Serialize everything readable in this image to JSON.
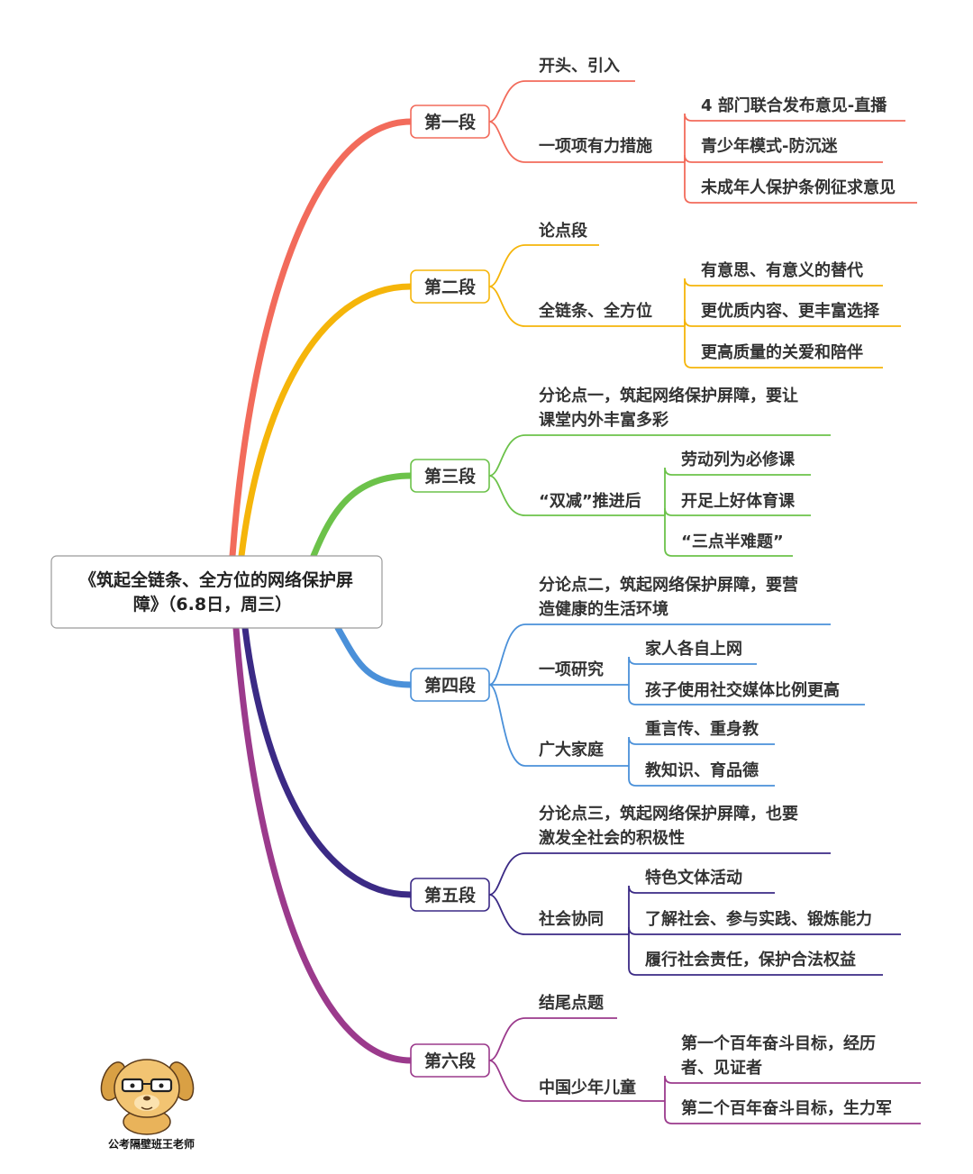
{
  "root": {
    "line1": "《筑起全链条、全方位的网络保护屏",
    "line2": "障》（6.8日，周三）"
  },
  "sections": [
    {
      "label": "第一段",
      "color": "#f26b5b",
      "items": [
        {
          "text": "开头、引入"
        },
        {
          "text": "一项项有力措施",
          "children": [
            "4 部门联合发布意见-直播",
            "青少年模式-防沉迷",
            "未成年人保护条例征求意见"
          ]
        }
      ]
    },
    {
      "label": "第二段",
      "color": "#f5b50a",
      "items": [
        {
          "text": "论点段"
        },
        {
          "text": "全链条、全方位",
          "children": [
            "有意思、有意义的替代",
            "更优质内容、更丰富选择",
            "更高质量的关爱和陪伴"
          ]
        }
      ]
    },
    {
      "label": "第三段",
      "color": "#6cc24a",
      "items": [
        {
          "text": "分论点一，筑起网络保护屏障，要让",
          "text2": "课堂内外丰富多彩"
        },
        {
          "text": "“双减”推进后",
          "children": [
            "劳动列为必修课",
            "开足上好体育课",
            "“三点半难题”"
          ]
        }
      ]
    },
    {
      "label": "第四段",
      "color": "#4a90d9",
      "items": [
        {
          "text": "分论点二，筑起网络保护屏障，要营",
          "text2": "造健康的生活环境"
        },
        {
          "text": "一项研究",
          "children": [
            "家人各自上网",
            "孩子使用社交媒体比例更高"
          ]
        },
        {
          "text": "广大家庭",
          "children": [
            "重言传、重身教",
            "教知识、育品德"
          ]
        }
      ]
    },
    {
      "label": "第五段",
      "color": "#3b2a85",
      "items": [
        {
          "text": "分论点三，筑起网络保护屏障，也要",
          "text2": "激发全社会的积极性"
        },
        {
          "text": "社会协同",
          "children": [
            "特色文体活动",
            "了解社会、参与实践、锻炼能力",
            "履行社会责任，保护合法权益"
          ]
        }
      ]
    },
    {
      "label": "第六段",
      "color": "#9b3a8c",
      "items": [
        {
          "text": "结尾点题"
        },
        {
          "text": "中国少年儿童",
          "children": [
            "第一个百年奋斗目标，经历|者、见证者",
            "第二个百年奋斗目标，生力军"
          ]
        }
      ]
    }
  ],
  "logo": {
    "caption": "公考隔壁班王老师"
  }
}
